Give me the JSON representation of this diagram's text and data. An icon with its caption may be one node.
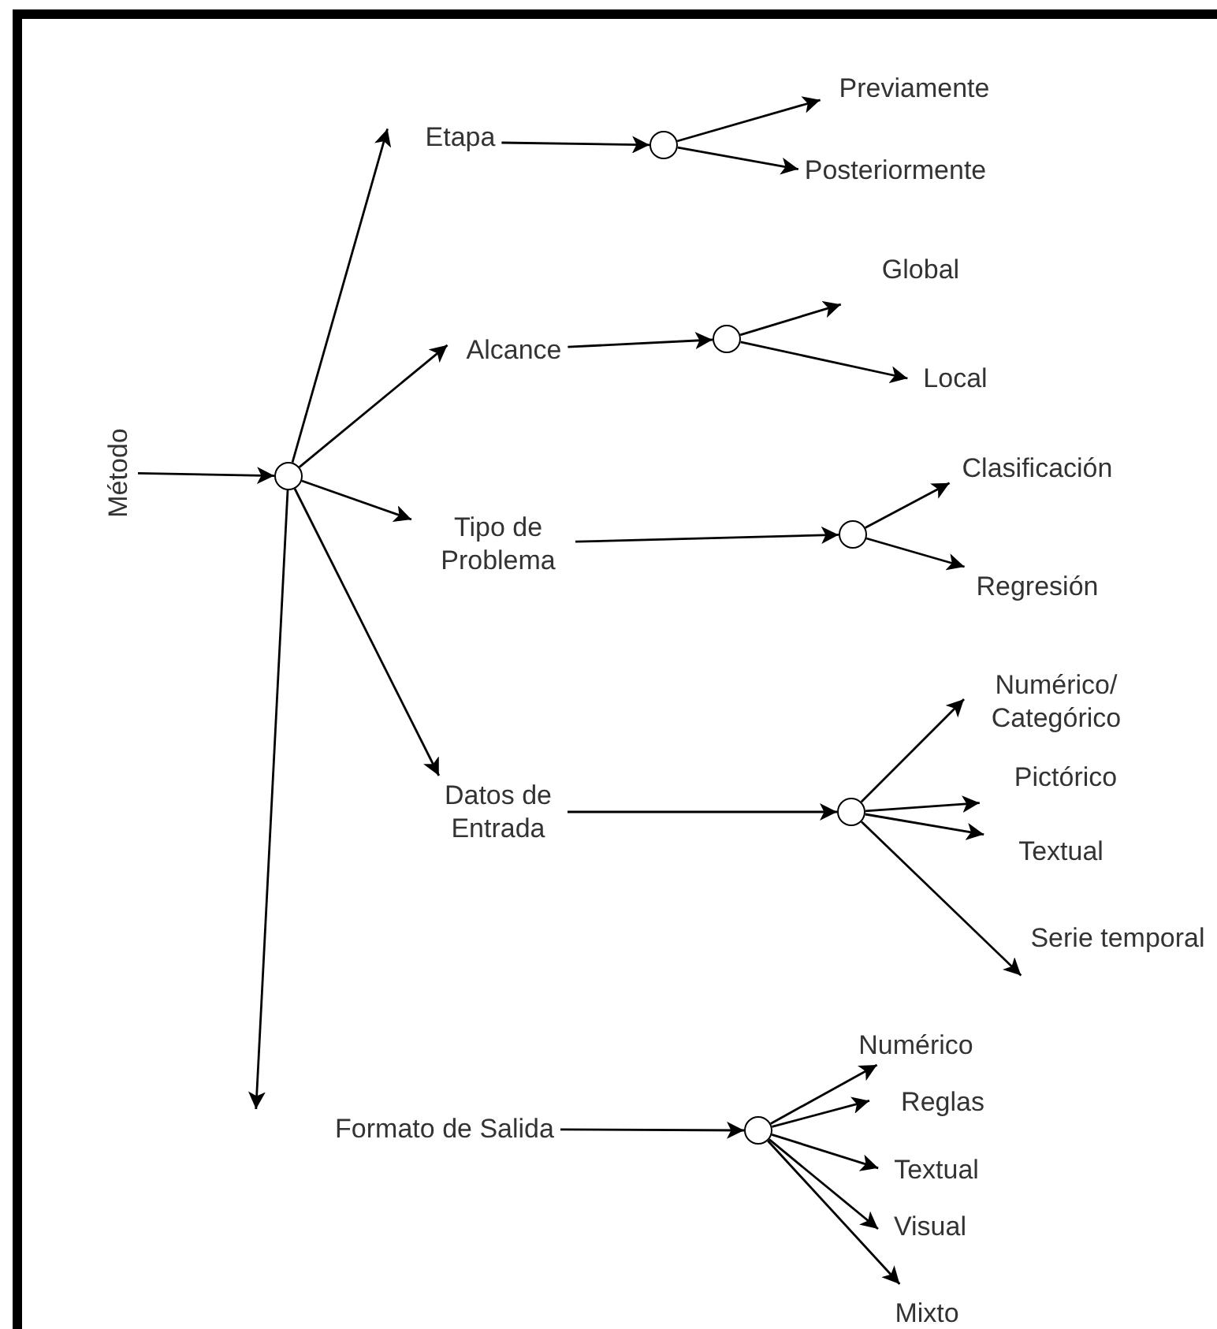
{
  "diagram": {
    "nodes": [
      {
        "text": [
          "Método"
        ]
      },
      {
        "text": [],
        "shape": "circle"
      },
      {
        "text": [
          "Etapa"
        ]
      },
      {
        "text": [],
        "shape": "circle"
      },
      {
        "text": [
          "Previamente"
        ]
      },
      {
        "text": [
          "Posteriormente"
        ]
      },
      {
        "text": [
          "Alcance"
        ]
      },
      {
        "text": [],
        "shape": "circle"
      },
      {
        "text": [
          "Global"
        ]
      },
      {
        "text": [
          "Local"
        ]
      },
      {
        "text": [
          "Tipo de Problema"
        ]
      },
      {
        "text": [],
        "shape": "circle"
      },
      {
        "text": [
          "Clasificación"
        ]
      },
      {
        "text": [
          "Regresión"
        ]
      },
      {
        "text": [
          "Datos de Entrada"
        ]
      },
      {
        "text": [],
        "shape": "circle"
      },
      {
        "text": [
          "Numérico/ Categórico"
        ]
      },
      {
        "text": [
          "Pictórico"
        ]
      },
      {
        "text": [
          "Textual"
        ]
      },
      {
        "text": [
          "Serie temporal"
        ]
      },
      {
        "text": [
          "Formato de Salida"
        ]
      },
      {
        "text": [],
        "shape": "circle"
      },
      {
        "text": [
          "Numérico"
        ]
      },
      {
        "text": [
          "Reglas"
        ]
      },
      {
        "text": [
          "Textual"
        ]
      },
      {
        "text": [
          "Visual"
        ]
      },
      {
        "text": [
          "Mixto"
        ]
      }
    ],
    "edges": [
      {
        "from": 0,
        "to": 1,
        "arrow": "to"
      },
      {
        "from": 1,
        "to": 2,
        "arrow": "to"
      },
      {
        "from": 1,
        "to": 6,
        "arrow": "to"
      },
      {
        "from": 1,
        "to": 10,
        "arrow": "to"
      },
      {
        "from": 1,
        "to": 14,
        "arrow": "to"
      },
      {
        "from": 1,
        "to": 20,
        "arrow": "to"
      },
      {
        "from": 2,
        "to": 3,
        "arrow": "to"
      },
      {
        "from": 3,
        "to": 4,
        "arrow": "to"
      },
      {
        "from": 3,
        "to": 5,
        "arrow": "to"
      },
      {
        "from": 6,
        "to": 7,
        "arrow": "to"
      },
      {
        "from": 7,
        "to": 8,
        "arrow": "to"
      },
      {
        "from": 7,
        "to": 9,
        "arrow": "to"
      },
      {
        "from": 10,
        "to": 11,
        "arrow": "to"
      },
      {
        "from": 11,
        "to": 12,
        "arrow": "to"
      },
      {
        "from": 11,
        "to": 13,
        "arrow": "to"
      },
      {
        "from": 14,
        "to": 15,
        "arrow": "to"
      },
      {
        "from": 15,
        "to": 16,
        "arrow": "to"
      },
      {
        "from": 15,
        "to": 17,
        "arrow": "to"
      },
      {
        "from": 15,
        "to": 18,
        "arrow": "to"
      },
      {
        "from": 15,
        "to": 19,
        "arrow": "to"
      },
      {
        "from": 20,
        "to": 21,
        "arrow": "to"
      },
      {
        "from": 21,
        "to": 22,
        "arrow": "to"
      },
      {
        "from": 21,
        "to": 23,
        "arrow": "to"
      },
      {
        "from": 21,
        "to": 24,
        "arrow": "to"
      },
      {
        "from": 21,
        "to": 25,
        "arrow": "to"
      },
      {
        "from": 21,
        "to": 26,
        "arrow": "to"
      }
    ]
  }
}
